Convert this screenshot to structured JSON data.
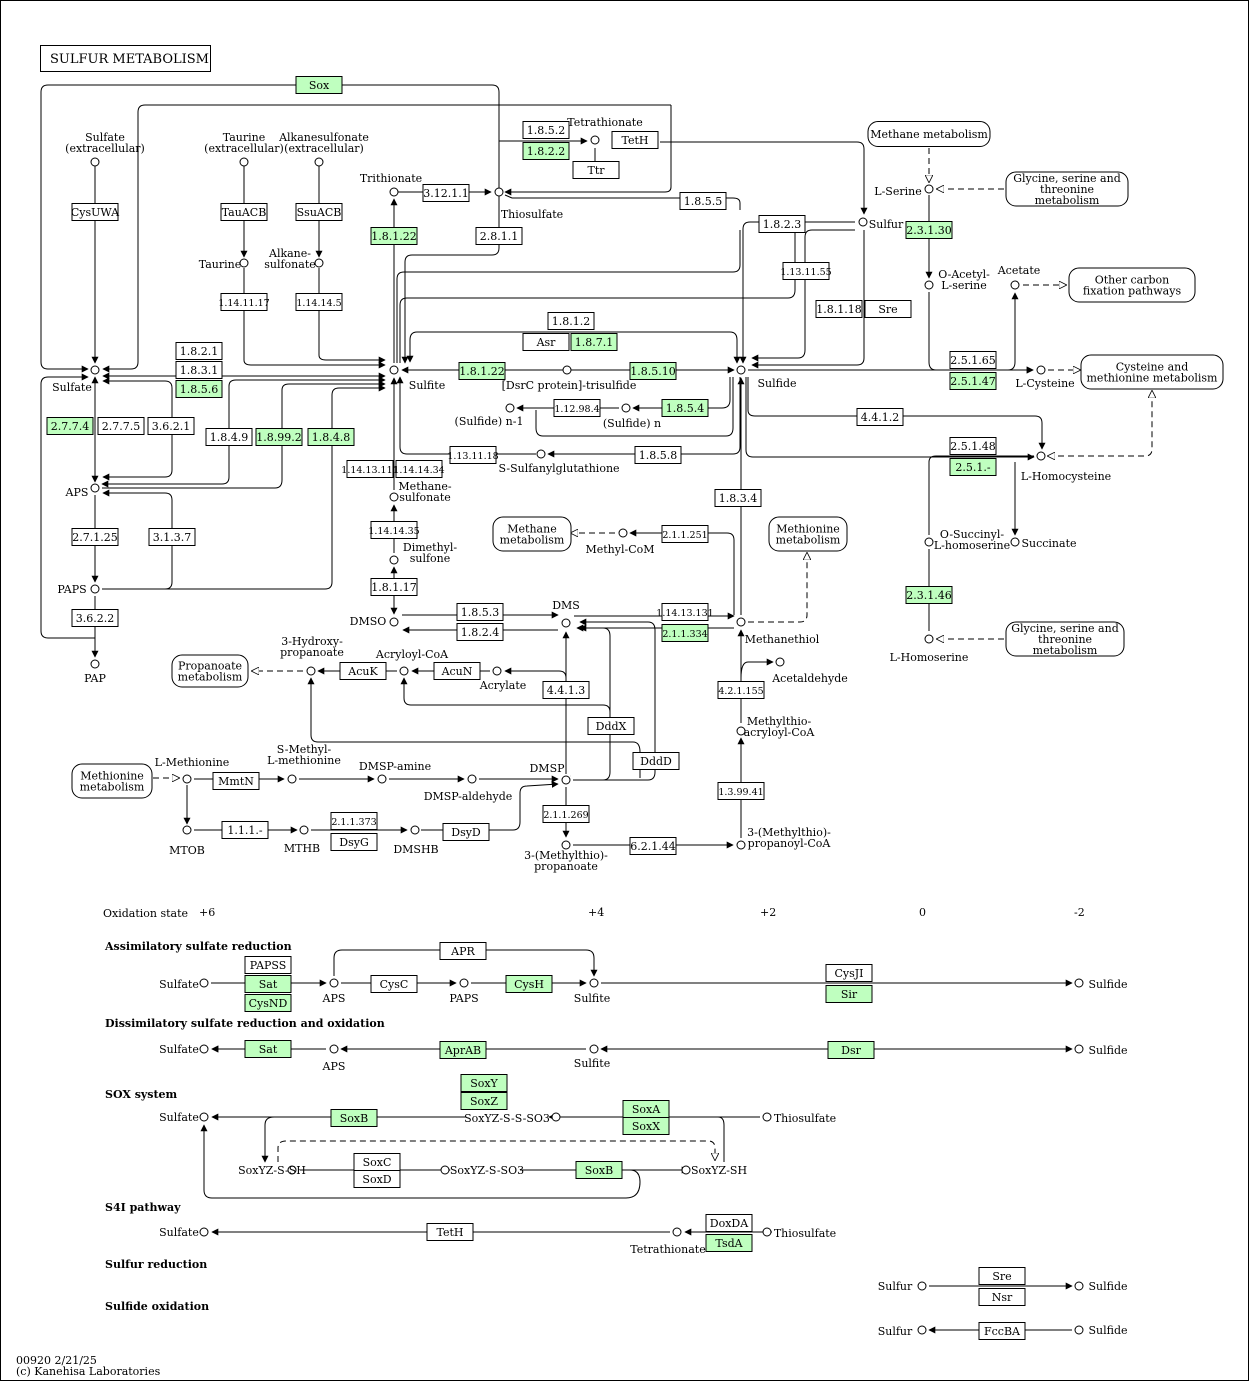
{
  "title": "SULFUR  METABOLISM",
  "footer": {
    "line1": "00920 2/21/25",
    "line2": "(c) Kanehisa Laboratories"
  },
  "colors": {
    "highlight": "#bfffbf",
    "plain": "#ffffff",
    "line": "#000000"
  },
  "oxidation_state": {
    "label": "Oxidation state",
    "values": [
      "+6",
      "+4",
      "+2",
      "0",
      "-2"
    ]
  },
  "sections": [
    "Assimilatory sulfate reduction",
    "Dissimilatory sulfate reduction and oxidation",
    "SOX system",
    "S4I pathway",
    "Sulfur reduction",
    "Sulfide oxidation"
  ],
  "pathway_maps": [
    "Methane metabolism",
    "Glycine, serine and threonine metabolism",
    "Other carbon fixation pathways",
    "Cysteine and methionine metabolism",
    "Methane metabolism",
    "Methionine metabolism",
    "Glycine, serine and threonine metabolism",
    "Propanoate metabolism",
    "Methionine metabolism"
  ],
  "enzymes": [
    {
      "label": "Sox",
      "hl": true
    },
    {
      "label": "CysUWA",
      "hl": false
    },
    {
      "label": "TauACB",
      "hl": false
    },
    {
      "label": "SsuACB",
      "hl": false
    },
    {
      "label": "1.14.11.17",
      "hl": false
    },
    {
      "label": "1.14.14.5",
      "hl": false
    },
    {
      "label": "1.8.5.2",
      "hl": false
    },
    {
      "label": "1.8.2.2",
      "hl": true
    },
    {
      "label": "TetH",
      "hl": false
    },
    {
      "label": "Ttr",
      "hl": false
    },
    {
      "label": "3.12.1.1",
      "hl": false
    },
    {
      "label": "2.8.1.1",
      "hl": false
    },
    {
      "label": "1.8.1.22",
      "hl": true
    },
    {
      "label": "1.8.5.5",
      "hl": false
    },
    {
      "label": "1.8.2.3",
      "hl": false
    },
    {
      "label": "1.13.11.55",
      "hl": false
    },
    {
      "label": "1.8.1.18",
      "hl": false
    },
    {
      "label": "Sre",
      "hl": false
    },
    {
      "label": "2.3.1.30",
      "hl": true
    },
    {
      "label": "1.8.1.2",
      "hl": false
    },
    {
      "label": "Asr",
      "hl": false
    },
    {
      "label": "1.8.7.1",
      "hl": true
    },
    {
      "label": "1.8.2.1",
      "hl": false
    },
    {
      "label": "1.8.3.1",
      "hl": false
    },
    {
      "label": "1.8.5.6",
      "hl": true
    },
    {
      "label": "1.8.1.22",
      "hl": true
    },
    {
      "label": "1.8.5.10",
      "hl": true
    },
    {
      "label": "2.5.1.65",
      "hl": false
    },
    {
      "label": "2.5.1.47",
      "hl": true
    },
    {
      "label": "2.7.7.4",
      "hl": true
    },
    {
      "label": "2.7.7.5",
      "hl": false
    },
    {
      "label": "3.6.2.1",
      "hl": false
    },
    {
      "label": "1.8.4.9",
      "hl": false
    },
    {
      "label": "1.8.99.2",
      "hl": true
    },
    {
      "label": "1.8.4.8",
      "hl": true
    },
    {
      "label": "1.12.98.4",
      "hl": false
    },
    {
      "label": "1.8.5.4",
      "hl": true
    },
    {
      "label": "4.4.1.2",
      "hl": false
    },
    {
      "label": "1.14.13.111",
      "hl": false
    },
    {
      "label": "1.14.14.34",
      "hl": false
    },
    {
      "label": "1.13.11.18",
      "hl": false
    },
    {
      "label": "1.8.5.8",
      "hl": false
    },
    {
      "label": "2.5.1.48",
      "hl": false
    },
    {
      "label": "2.5.1.-",
      "hl": true
    },
    {
      "label": "1.8.3.4",
      "hl": false
    },
    {
      "label": "2.7.1.25",
      "hl": false
    },
    {
      "label": "3.1.3.7",
      "hl": false
    },
    {
      "label": "1.14.14.35",
      "hl": false
    },
    {
      "label": "2.1.1.251",
      "hl": false
    },
    {
      "label": "1.8.1.17",
      "hl": false
    },
    {
      "label": "2.3.1.46",
      "hl": true
    },
    {
      "label": "3.6.2.2",
      "hl": false
    },
    {
      "label": "1.8.5.3",
      "hl": false
    },
    {
      "label": "1.8.2.4",
      "hl": false
    },
    {
      "label": "1.14.13.131",
      "hl": false
    },
    {
      "label": "2.1.1.334",
      "hl": true
    },
    {
      "label": "AcuK",
      "hl": false
    },
    {
      "label": "AcuN",
      "hl": false
    },
    {
      "label": "4.4.1.3",
      "hl": false
    },
    {
      "label": "4.2.1.155",
      "hl": false
    },
    {
      "label": "DddX",
      "hl": false
    },
    {
      "label": "DddD",
      "hl": false
    },
    {
      "label": "MmtN",
      "hl": false
    },
    {
      "label": "2.1.1.373",
      "hl": false
    },
    {
      "label": "DsyG",
      "hl": false
    },
    {
      "label": "1.1.1.-",
      "hl": false
    },
    {
      "label": "DsyD",
      "hl": false
    },
    {
      "label": "2.1.1.269",
      "hl": false
    },
    {
      "label": "1.3.99.41",
      "hl": false
    },
    {
      "label": "6.2.1.44",
      "hl": false
    },
    {
      "label": "APR",
      "hl": false
    },
    {
      "label": "PAPSS",
      "hl": false
    },
    {
      "label": "Sat",
      "hl": true
    },
    {
      "label": "CysND",
      "hl": true
    },
    {
      "label": "CysC",
      "hl": false
    },
    {
      "label": "CysH",
      "hl": true
    },
    {
      "label": "CysJI",
      "hl": false
    },
    {
      "label": "Sir",
      "hl": true
    },
    {
      "label": "Sat",
      "hl": true
    },
    {
      "label": "AprAB",
      "hl": true
    },
    {
      "label": "Dsr",
      "hl": true
    },
    {
      "label": "SoxY",
      "hl": true
    },
    {
      "label": "SoxZ",
      "hl": true
    },
    {
      "label": "SoxB",
      "hl": true
    },
    {
      "label": "SoxA",
      "hl": true
    },
    {
      "label": "SoxX",
      "hl": true
    },
    {
      "label": "SoxC",
      "hl": false
    },
    {
      "label": "SoxD",
      "hl": false
    },
    {
      "label": "SoxB",
      "hl": true
    },
    {
      "label": "TetH",
      "hl": false
    },
    {
      "label": "DoxDA",
      "hl": false
    },
    {
      "label": "TsdA",
      "hl": true
    },
    {
      "label": "Sre",
      "hl": false
    },
    {
      "label": "Nsr",
      "hl": false
    },
    {
      "label": "FccBA",
      "hl": false
    }
  ],
  "compounds": [
    "Sulfate\n(extracellular)",
    "Taurine\n(extracellular)",
    "Alkanesulfonate\n(extracellular)",
    "Trithionate",
    "Tetrathionate",
    "Thiosulfate",
    "Taurine",
    "Alkane-\nsulfonate",
    "Sulfur",
    "L-Serine",
    "O-Acetyl-\nL-serine",
    "Acetate",
    "Sulfate",
    "Sulfite",
    "[DsrC protein]-trisulfide",
    "Sulfide",
    "L-Cysteine",
    "(Sulfide) n-1",
    "(Sulfide) n",
    "APS",
    "S-Sulfanylglutathione",
    "L-Homocysteine",
    "Methane-\nsulfonate",
    "Dimethyl-\nsulfone",
    "Methyl-CoM",
    "O-Succinyl-\nL-homoserine",
    "Succinate",
    "PAPS",
    "L-Homoserine",
    "DMSO",
    "DMS",
    "Methanethiol",
    "PAP",
    "3-Hydroxy-\npropanoate",
    "Acryloyl-CoA",
    "Acrylate",
    "Acetaldehyde",
    "Methylthio-\nacryloyl-CoA",
    "L-Methionine",
    "S-Methyl-\nL-methionine",
    "DMSP-amine",
    "DMSP-aldehyde",
    "DMSP",
    "MTOB",
    "MTHB",
    "DMSHB",
    "3-(Methylthio)-\npropanoate",
    "3-(Methylthio)-\npropanoyl-CoA",
    "Sulfate",
    "APS",
    "PAPS",
    "Sulfite",
    "Sulfide",
    "Sulfate",
    "APS",
    "Sulfite",
    "Sulfide",
    "Sulfate",
    "SoxYZ-S-S-SO3",
    "Thiosulfate",
    "SoxYZ-S-SH",
    "SoxYZ-S-SO3",
    "SoxYZ-SH",
    "Sulfate",
    "Tetrathionate",
    "Thiosulfate",
    "Sulfur",
    "Sulfide",
    "Sulfur",
    "Sulfide"
  ]
}
